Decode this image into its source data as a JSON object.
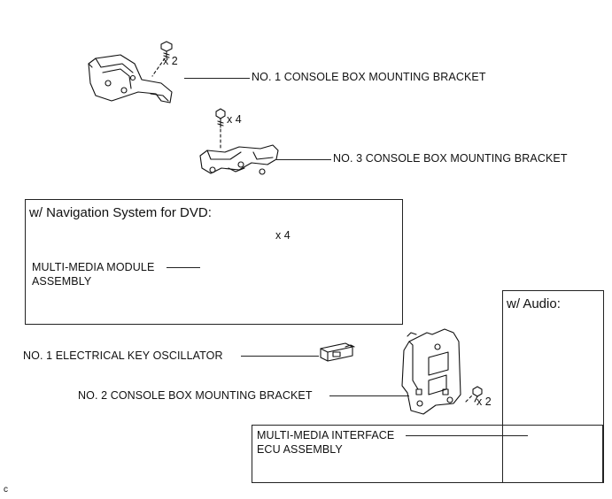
{
  "parts": {
    "console_bracket_1": {
      "label": "NO. 1 CONSOLE BOX MOUNTING BRACKET",
      "qty": "x 2"
    },
    "console_bracket_3": {
      "label": "NO. 3 CONSOLE BOX MOUNTING BRACKET",
      "qty": "x 4"
    },
    "multimedia_module": {
      "label_line1": "MULTI-MEDIA MODULE",
      "label_line2": "ASSEMBLY",
      "qty": "x 4"
    },
    "key_oscillator": {
      "label": "NO. 1 ELECTRICAL KEY OSCILLATOR"
    },
    "console_bracket_2": {
      "label": "NO. 2 CONSOLE BOX MOUNTING BRACKET",
      "qty": "x 2"
    },
    "interface_ecu": {
      "label_line1": "MULTI-MEDIA INTERFACE",
      "label_line2": "ECU ASSEMBLY"
    }
  },
  "boxes": {
    "navigation": {
      "title": "w/ Navigation System for DVD:"
    },
    "audio": {
      "title": "w/ Audio:"
    }
  },
  "figure_code": "c"
}
